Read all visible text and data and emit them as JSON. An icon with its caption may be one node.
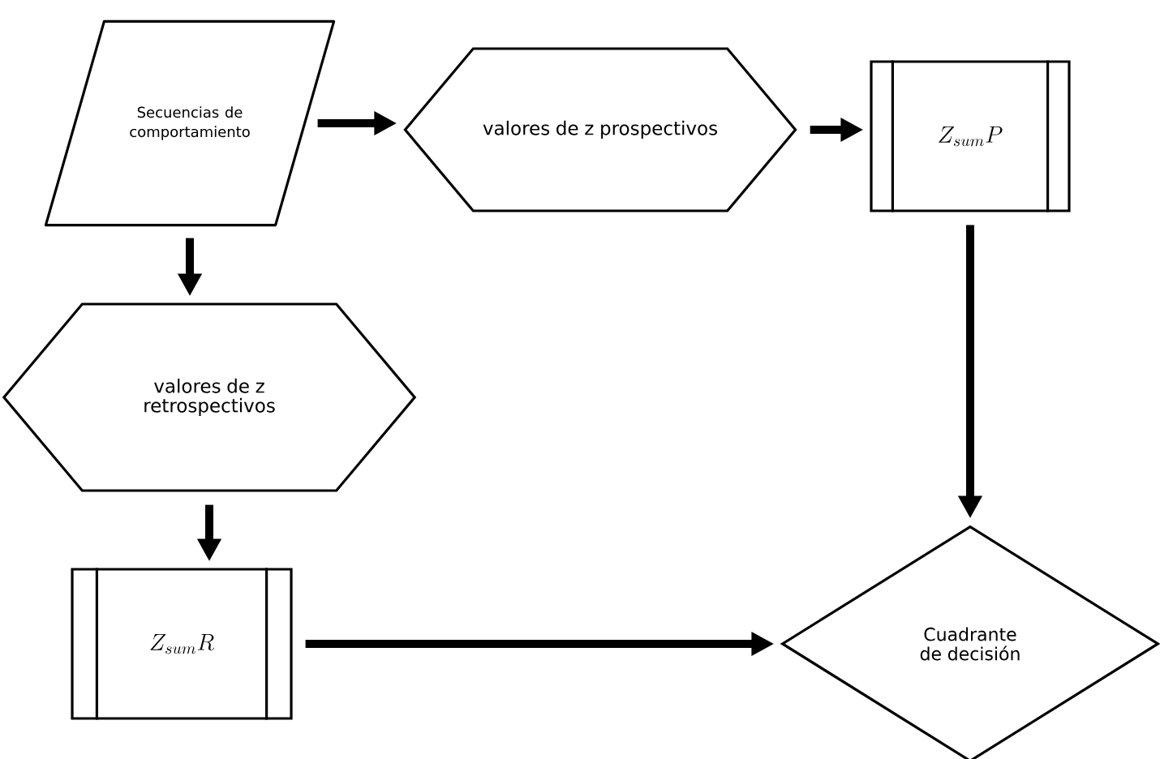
{
  "diagram": {
    "nodes": [
      {
        "text": [
          "Secuencias de comportamiento"
        ]
      },
      {
        "text": [
          "valores de z prospectivos"
        ]
      },
      {
        "text": [
          "Z_{sum}P"
        ]
      },
      {
        "text": [
          "valores de z retrospectivos"
        ]
      },
      {
        "text": [
          "Z_{sum}R"
        ]
      },
      {
        "text": [
          "Cuadrante de decisión"
        ]
      }
    ],
    "edges": [
      {
        "from": 0,
        "to": 1,
        "arrow": "to"
      },
      {
        "from": 1,
        "to": 2,
        "arrow": "to"
      },
      {
        "from": 0,
        "to": 3,
        "arrow": "to"
      },
      {
        "from": 3,
        "to": 4,
        "arrow": "to"
      },
      {
        "from": 2,
        "to": 5,
        "arrow": "to"
      },
      {
        "from": 4,
        "to": 5,
        "arrow": "to"
      }
    ]
  }
}
